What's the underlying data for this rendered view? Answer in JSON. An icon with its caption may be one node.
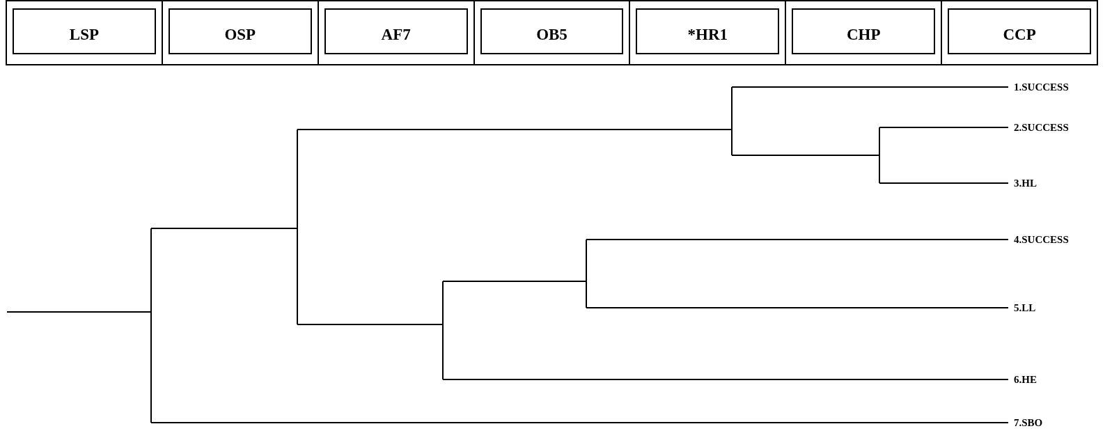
{
  "diagram": {
    "nodes": [
      {
        "text": [
          "LSP"
        ]
      },
      {
        "text": [
          "OSP"
        ]
      },
      {
        "text": [
          "AF7"
        ]
      },
      {
        "text": [
          "OB5"
        ]
      },
      {
        "text": [
          "*HR1"
        ]
      },
      {
        "text": [
          "CHP"
        ]
      },
      {
        "text": [
          "CCP"
        ]
      },
      {
        "text": [
          "1.SUCCESS"
        ]
      },
      {
        "text": [
          "2.SUCCESS"
        ]
      },
      {
        "text": [
          "3.HL"
        ]
      },
      {
        "text": [
          "4.SUCCESS"
        ]
      },
      {
        "text": [
          "5.LL"
        ]
      },
      {
        "text": [
          "6.HE"
        ]
      },
      {
        "text": [
          "7.SBO"
        ]
      }
    ],
    "edges": [
      {
        "from": null,
        "to": 7,
        "arrow": "none"
      },
      {
        "from": null,
        "to": 8,
        "arrow": "none"
      },
      {
        "from": null,
        "to": 9,
        "arrow": "none"
      },
      {
        "from": null,
        "to": 10,
        "arrow": "none"
      },
      {
        "from": null,
        "to": 11,
        "arrow": "none"
      },
      {
        "from": null,
        "to": 12,
        "arrow": "none"
      },
      {
        "from": null,
        "to": 13,
        "arrow": "none"
      }
    ]
  }
}
